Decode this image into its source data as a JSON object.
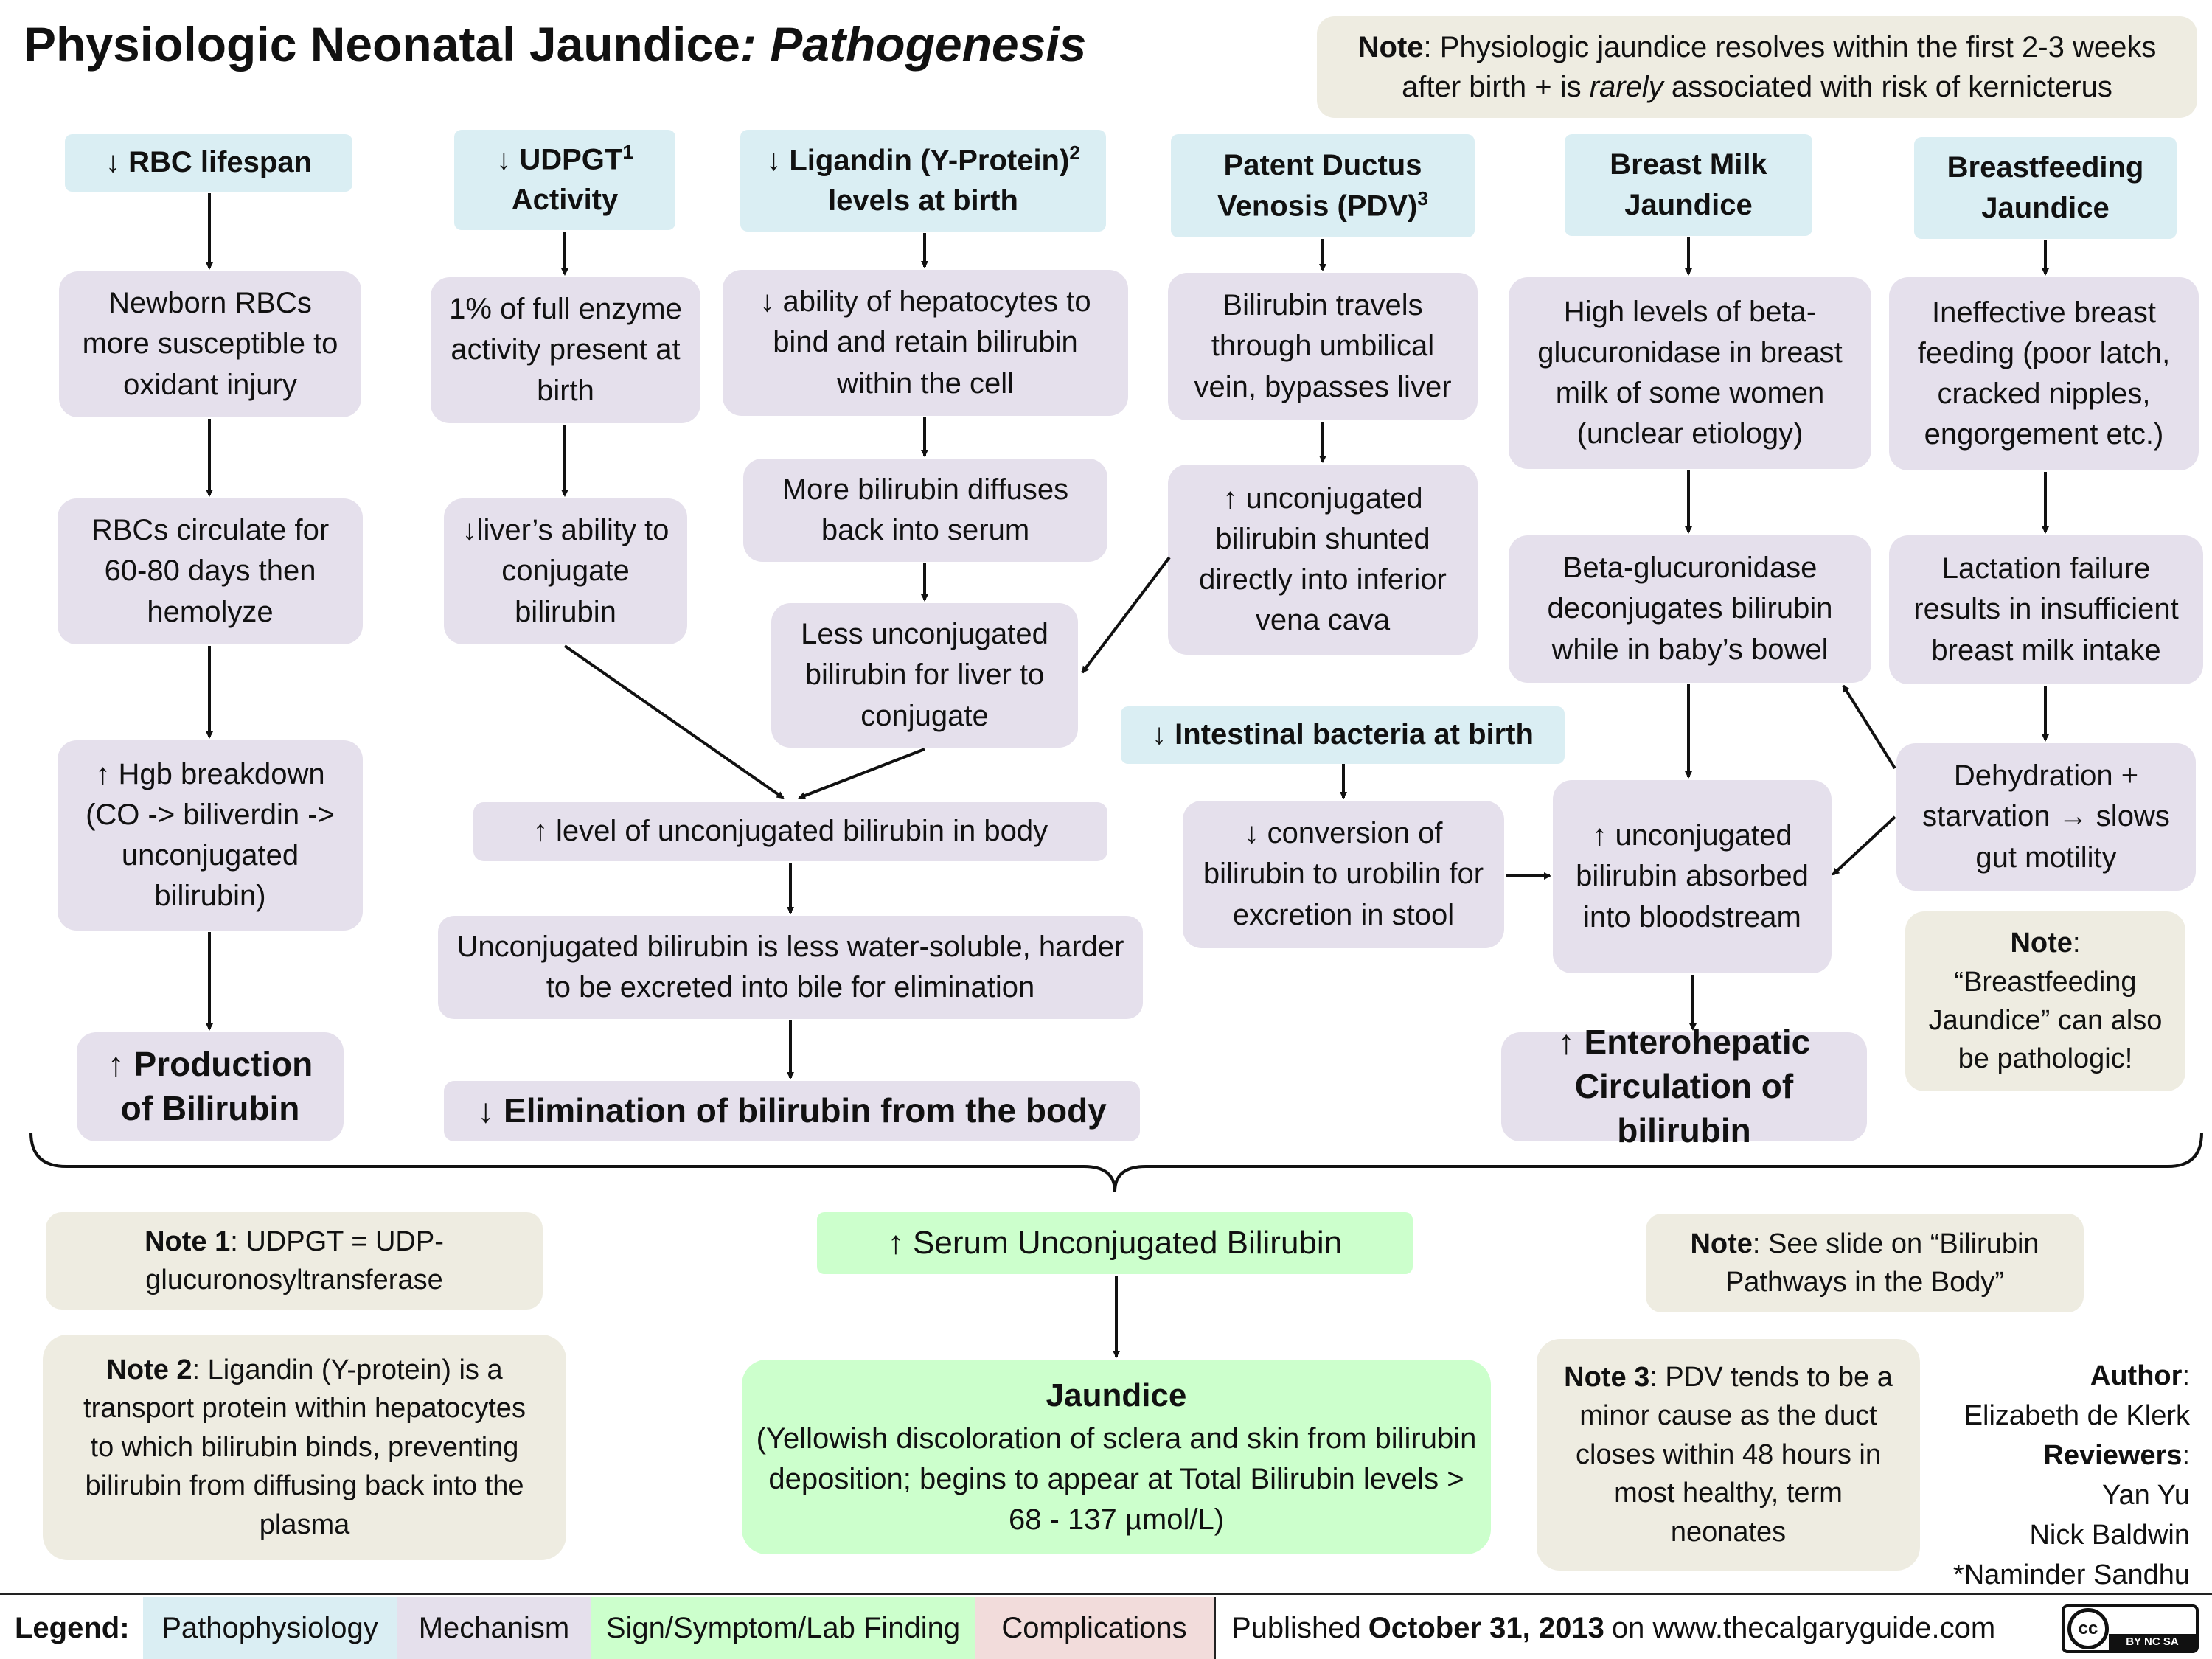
{
  "title": {
    "main": "Physiologic Neonatal Jaundice",
    "sep": ": ",
    "sub": "Pathogenesis"
  },
  "top_note": {
    "bold": "Note",
    "line1": ": Physiologic jaundice resolves within the first 2-3 weeks",
    "line2_pre": "after birth + is ",
    "line2_em": "rarely",
    "line2_post": " associated with risk of kernicterus"
  },
  "col1": {
    "header": "↓ RBC lifespan",
    "b1": "Newborn RBCs more susceptible to oxidant injury",
    "b2": "RBCs circulate for 60-80 days then hemolyze",
    "b3": "↑ Hgb breakdown (CO -> biliverdin -> unconjugated bilirubin)",
    "result": "↑ Production of Bilirubin"
  },
  "col2": {
    "header_pre": "↓ UDPGT",
    "header_sup": "1",
    "header_post": "Activity",
    "b1": "1% of full enzyme activity present at birth",
    "b2": "↓liver’s ability to conjugate bilirubin"
  },
  "col3": {
    "header_pre": "↓ Ligandin (Y-Protein)",
    "header_sup": "2",
    "header_post": "levels at birth",
    "b1": "↓ ability of hepatocytes to bind and retain bilirubin within the cell",
    "b2": "More bilirubin diffuses back into serum",
    "b3": "Less unconjugated bilirubin for liver to conjugate"
  },
  "center": {
    "level": "↑ level of  unconjugated bilirubin in body",
    "water": "Unconjugated bilirubin is less water-soluble, harder to be excreted into bile for elimination",
    "elim": "↓ Elimination of bilirubin from the body"
  },
  "col4": {
    "header_pre": "Patent Ductus Venosis (PDV)",
    "header_sup": "3",
    "b1": "Bilirubin travels through umbilical vein, bypasses liver",
    "b2": "↑ unconjugated bilirubin shunted directly  into inferior vena cava",
    "bacteria": "↓ Intestinal bacteria at birth",
    "b3": "↓ conversion of bilirubin to urobilin for excretion in stool"
  },
  "col5": {
    "header": "Breast Milk Jaundice",
    "b1": "High levels of beta-glucuronidase in breast milk of some women (unclear etiology)",
    "b2": "Beta-glucuronidase deconjugates bilirubin while in baby’s bowel",
    "b3": "↑ unconjugated bilirubin absorbed into bloodstream",
    "result": "↑ Enterohepatic Circulation of bilirubin"
  },
  "col6": {
    "header": "Breastfeeding Jaundice",
    "b1": "Ineffective breast feeding (poor latch, cracked nipples, engorgement etc.)",
    "b2": "Lactation failure results in insufficient breast milk intake",
    "b3": "Dehydration + starvation → slows gut motility",
    "note_bold": "Note",
    "note_text": ": “Breastfeeding Jaundice” can also be pathologic!"
  },
  "bottom": {
    "serum": "↑ Serum Unconjugated Bilirubin",
    "jaundice_title": "Jaundice",
    "jaundice_text": "(Yellowish discoloration of sclera and skin from bilirubin deposition; begins to appear at Total Bilirubin levels > 68 - 137 µmol/L)",
    "note1_bold": "Note 1",
    "note1_text": ": UDPGT = UDP-glucuronosyltransferase",
    "note2_bold": "Note 2",
    "note2_text": ": Ligandin (Y-protein) is a transport protein within hepatocytes to which bilirubin binds, preventing bilirubin from diffusing back into the plasma",
    "note3_bold": "Note 3",
    "note3_text": ": PDV tends to be a minor cause as the duct closes within 48 hours in most healthy, term neonates",
    "note_slide_bold": "Note",
    "note_slide_text": ": See slide on “Bilirubin Pathways in the Body”"
  },
  "credits": {
    "author_label": "Author",
    "author": "Elizabeth de Klerk",
    "reviewers_label": "Reviewers",
    "reviewers": [
      "Yan Yu",
      "Nick Baldwin",
      "*Naminder Sandhu"
    ]
  },
  "legend": {
    "label": "Legend:",
    "items": [
      "Pathophysiology",
      "Mechanism",
      "Sign/Symptom/Lab Finding",
      "Complications"
    ],
    "published_pre": "Published ",
    "published_date": "October 31, 2013",
    "published_post": " on www.thecalgaryguide.com",
    "license": "BY NC SA"
  },
  "colors": {
    "pathophysiology": "#daeef3",
    "mechanism": "#e5e0ec",
    "sign": "#ccffcc",
    "complication": "#f2dcdb",
    "note": "#eeece1"
  }
}
